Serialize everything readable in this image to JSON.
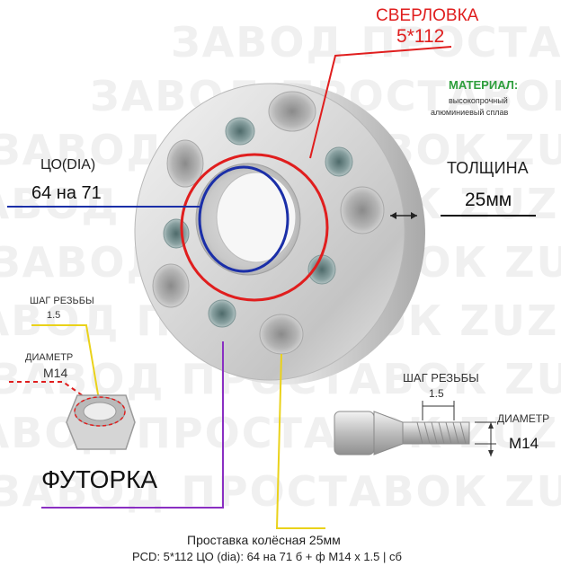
{
  "watermark": {
    "text": "ЗАВОД ПРОСТАВОК ZUZ™"
  },
  "drilling": {
    "label": "СВЕРЛОВКА",
    "value": "5*112"
  },
  "material": {
    "label": "МАТЕРИАЛ:",
    "line1": "высокопрочный",
    "line2": "алюминиевый сплав"
  },
  "center_bore": {
    "label": "ЦО(DIA)",
    "value": "64 на 71"
  },
  "thickness": {
    "label": "ТОЛЩИНА",
    "value": "25мм"
  },
  "insert": {
    "thread_label": "ШАГ РЕЗЬБЫ",
    "thread_value": "1.5",
    "diameter_label": "ДИАМЕТР",
    "diameter_value": "М14",
    "name": "ФУТОРКА"
  },
  "bolt": {
    "thread_label": "ШАГ РЕЗЬБЫ",
    "thread_value": "1.5",
    "diameter_label": "ДИАМЕТР",
    "diameter_value": "М14"
  },
  "caption": {
    "line1": "Проставка колёсная 25мм",
    "line2": "PCD: 5*112 ЦО (dia): 64 на 71 б + ф М14 х 1.5 | сб"
  },
  "colors": {
    "red": "#e01e1e",
    "blue": "#1b2fa8",
    "yellow": "#ead21a",
    "purple": "#8a2fc2",
    "green": "#2e9e3c"
  }
}
